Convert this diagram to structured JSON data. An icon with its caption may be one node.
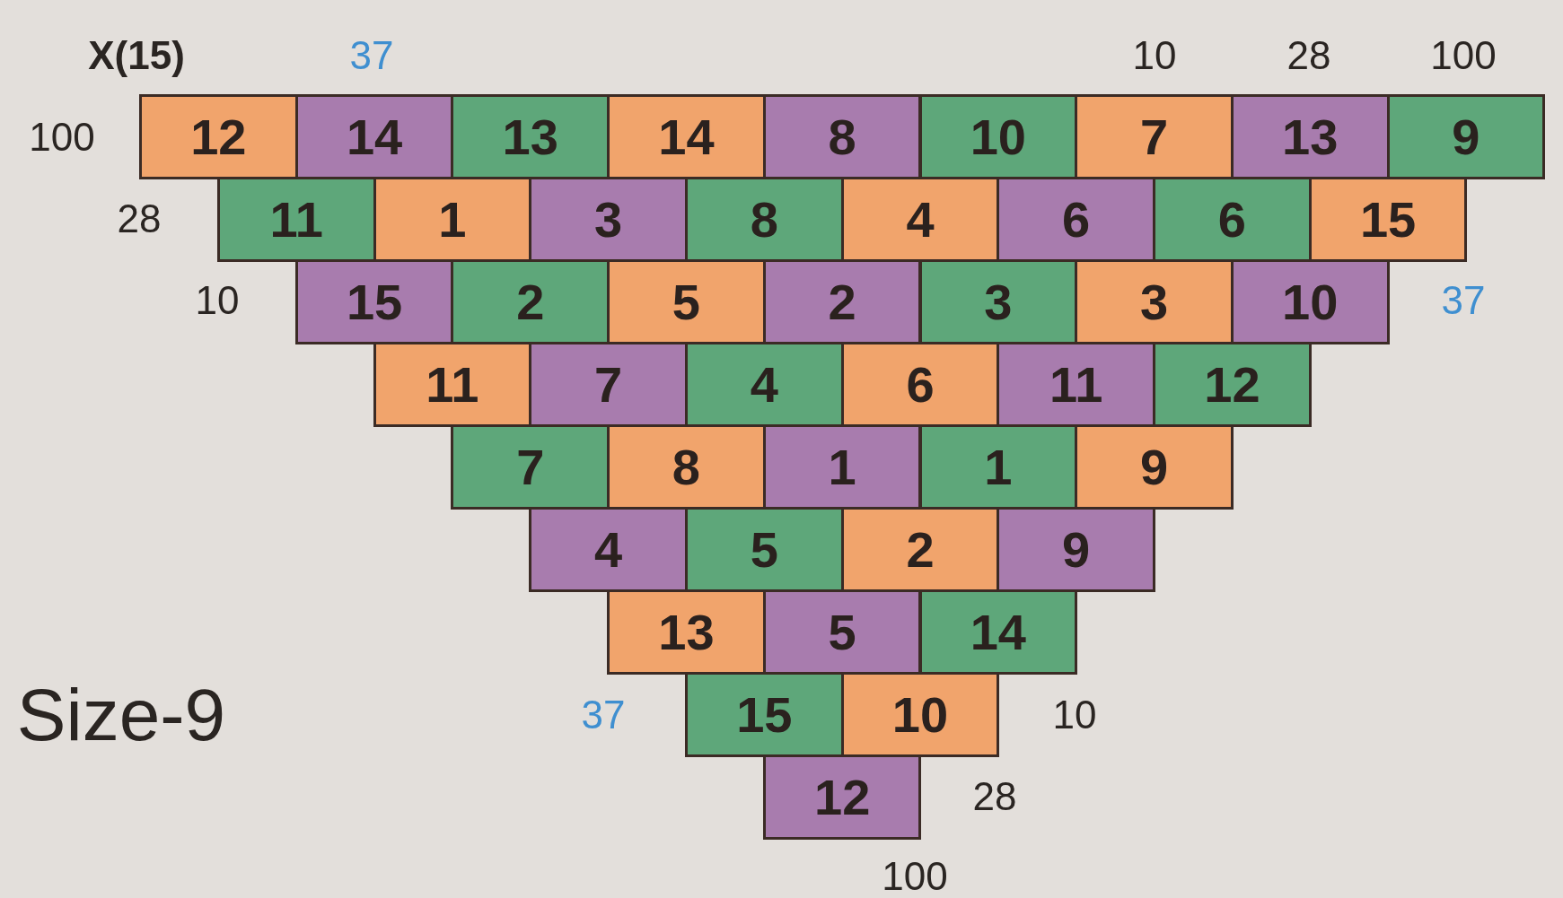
{
  "diagram": {
    "title": "Size-9",
    "nodes": [
      {
        "text": [
          "12"
        ]
      },
      {
        "text": [
          "14"
        ]
      },
      {
        "text": [
          "13"
        ]
      },
      {
        "text": [
          "14"
        ]
      },
      {
        "text": [
          "8"
        ]
      },
      {
        "text": [
          "10"
        ]
      },
      {
        "text": [
          "7"
        ]
      },
      {
        "text": [
          "13"
        ]
      },
      {
        "text": [
          "9"
        ]
      },
      {
        "text": [
          "11"
        ]
      },
      {
        "text": [
          "1"
        ]
      },
      {
        "text": [
          "3"
        ]
      },
      {
        "text": [
          "8"
        ]
      },
      {
        "text": [
          "4"
        ]
      },
      {
        "text": [
          "6"
        ]
      },
      {
        "text": [
          "6"
        ]
      },
      {
        "text": [
          "15"
        ]
      },
      {
        "text": [
          "15"
        ]
      },
      {
        "text": [
          "2"
        ]
      },
      {
        "text": [
          "5"
        ]
      },
      {
        "text": [
          "2"
        ]
      },
      {
        "text": [
          "3"
        ]
      },
      {
        "text": [
          "3"
        ]
      },
      {
        "text": [
          "10"
        ]
      },
      {
        "text": [
          "11"
        ]
      },
      {
        "text": [
          "7"
        ]
      },
      {
        "text": [
          "4"
        ]
      },
      {
        "text": [
          "6"
        ]
      },
      {
        "text": [
          "11"
        ]
      },
      {
        "text": [
          "12"
        ]
      },
      {
        "text": [
          "7"
        ]
      },
      {
        "text": [
          "8"
        ]
      },
      {
        "text": [
          "1"
        ]
      },
      {
        "text": [
          "1"
        ]
      },
      {
        "text": [
          "9"
        ]
      },
      {
        "text": [
          "4"
        ]
      },
      {
        "text": [
          "5"
        ]
      },
      {
        "text": [
          "2"
        ]
      },
      {
        "text": [
          "9"
        ]
      },
      {
        "text": [
          "13"
        ]
      },
      {
        "text": [
          "5"
        ]
      },
      {
        "text": [
          "14"
        ]
      },
      {
        "text": [
          "15"
        ]
      },
      {
        "text": [
          "10"
        ]
      },
      {
        "text": [
          "12"
        ]
      }
    ],
    "labels": [
      "X(15)",
      "37",
      "10",
      "28",
      "100",
      "100",
      "28",
      "10",
      "37",
      "37",
      "10",
      "28",
      "100"
    ]
  }
}
